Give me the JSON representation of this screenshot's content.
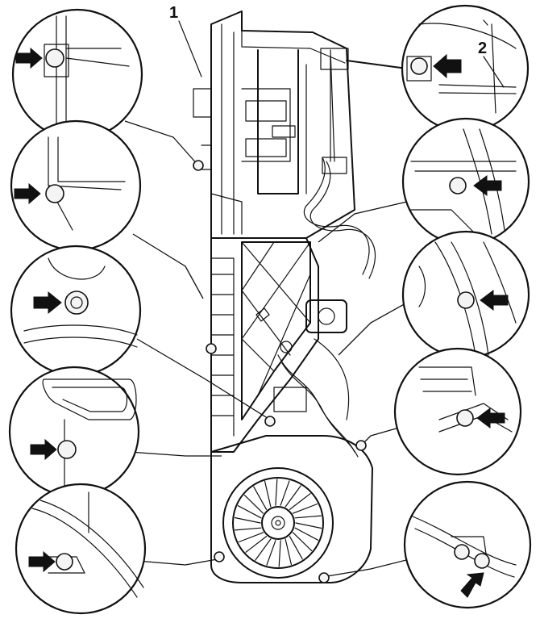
{
  "figure": {
    "callouts": [
      {
        "id": "callout-1",
        "label": "1"
      },
      {
        "id": "callout-2",
        "label": "2"
      }
    ],
    "detail_views": [
      {
        "id": "detail-left-1",
        "shows": "bolt-with-arrow"
      },
      {
        "id": "detail-left-2",
        "shows": "bolt-with-arrow"
      },
      {
        "id": "detail-left-3",
        "shows": "bolt-with-arrow"
      },
      {
        "id": "detail-left-4",
        "shows": "bolt-with-arrow"
      },
      {
        "id": "detail-left-5",
        "shows": "bolt-with-arrow"
      },
      {
        "id": "detail-right-1",
        "shows": "bolt-with-arrow"
      },
      {
        "id": "detail-right-2",
        "shows": "bolt-with-arrow"
      },
      {
        "id": "detail-right-3",
        "shows": "bolt-with-arrow"
      },
      {
        "id": "detail-right-4",
        "shows": "bolt-with-arrow"
      },
      {
        "id": "detail-right-5",
        "shows": "bolt-with-arrow"
      }
    ],
    "colors": {
      "ink": "#111111",
      "paper": "#ffffff"
    }
  }
}
